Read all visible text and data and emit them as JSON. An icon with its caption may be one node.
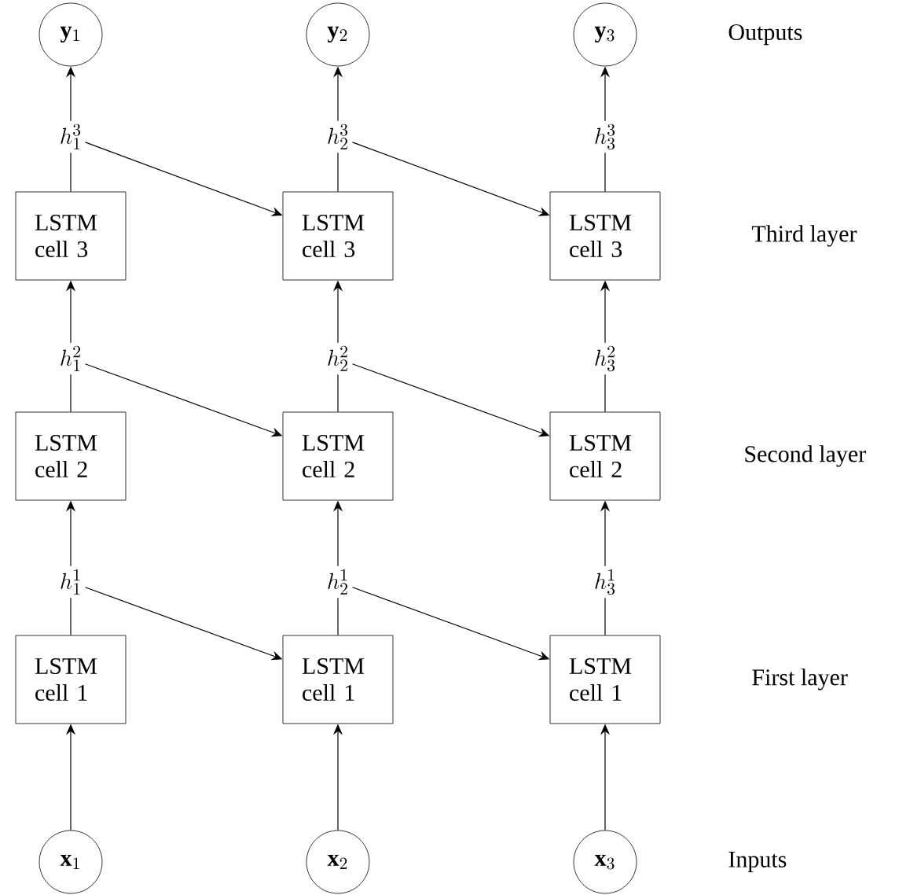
{
  "diagram": {
    "nodes": [
      {
        "text": [
          "\\mathbf{y}_1"
        ]
      },
      {
        "text": [
          "\\mathbf{y}_2"
        ]
      },
      {
        "text": [
          "\\mathbf{y}_3"
        ]
      },
      {
        "text": [
          "h_1^3"
        ]
      },
      {
        "text": [
          "h_2^3"
        ]
      },
      {
        "text": [
          "h_3^3"
        ]
      },
      {
        "text": [
          "LSTM cell 3"
        ]
      },
      {
        "text": [
          "LSTM cell 3"
        ]
      },
      {
        "text": [
          "LSTM cell 3"
        ]
      },
      {
        "text": [
          "h_1^2"
        ]
      },
      {
        "text": [
          "h_2^2"
        ]
      },
      {
        "text": [
          "h_3^2"
        ]
      },
      {
        "text": [
          "LSTM cell 2"
        ]
      },
      {
        "text": [
          "LSTM cell 2"
        ]
      },
      {
        "text": [
          "LSTM cell 2"
        ]
      },
      {
        "text": [
          "h_1^1"
        ]
      },
      {
        "text": [
          "h_2^1"
        ]
      },
      {
        "text": [
          "h_3^1"
        ]
      },
      {
        "text": [
          "LSTM cell 1"
        ]
      },
      {
        "text": [
          "LSTM cell 1"
        ]
      },
      {
        "text": [
          "LSTM cell 1"
        ]
      },
      {
        "text": [
          "\\mathbf{x}_1"
        ]
      },
      {
        "text": [
          "\\mathbf{x}_2"
        ]
      },
      {
        "text": [
          "\\mathbf{x}_3"
        ]
      }
    ],
    "edges": [
      {
        "from": 21,
        "to": 18,
        "arrow": "to"
      },
      {
        "from": 22,
        "to": 19,
        "arrow": "to"
      },
      {
        "from": 23,
        "to": 20,
        "arrow": "to"
      },
      {
        "from": 18,
        "to": 15,
        "arrow": "none"
      },
      {
        "from": 19,
        "to": 16,
        "arrow": "none"
      },
      {
        "from": 20,
        "to": 17,
        "arrow": "none"
      },
      {
        "from": 15,
        "to": 19,
        "arrow": "to"
      },
      {
        "from": 16,
        "to": 20,
        "arrow": "to"
      },
      {
        "from": 15,
        "to": 12,
        "arrow": "to"
      },
      {
        "from": 16,
        "to": 13,
        "arrow": "to"
      },
      {
        "from": 17,
        "to": 14,
        "arrow": "to"
      },
      {
        "from": 12,
        "to": 9,
        "arrow": "none"
      },
      {
        "from": 13,
        "to": 10,
        "arrow": "none"
      },
      {
        "from": 14,
        "to": 11,
        "arrow": "none"
      },
      {
        "from": 9,
        "to": 13,
        "arrow": "to"
      },
      {
        "from": 10,
        "to": 14,
        "arrow": "to"
      },
      {
        "from": 9,
        "to": 6,
        "arrow": "to"
      },
      {
        "from": 10,
        "to": 7,
        "arrow": "to"
      },
      {
        "from": 11,
        "to": 8,
        "arrow": "to"
      },
      {
        "from": 6,
        "to": 3,
        "arrow": "none"
      },
      {
        "from": 7,
        "to": 4,
        "arrow": "none"
      },
      {
        "from": 8,
        "to": 5,
        "arrow": "none"
      },
      {
        "from": 3,
        "to": 7,
        "arrow": "to"
      },
      {
        "from": 4,
        "to": 8,
        "arrow": "to"
      },
      {
        "from": 3,
        "to": 0,
        "arrow": "to"
      },
      {
        "from": 4,
        "to": 1,
        "arrow": "to"
      },
      {
        "from": 5,
        "to": 2,
        "arrow": "to"
      }
    ],
    "labels": [
      "Outputs",
      "Third layer",
      "Second layer",
      "First layer",
      "Inputs"
    ]
  }
}
